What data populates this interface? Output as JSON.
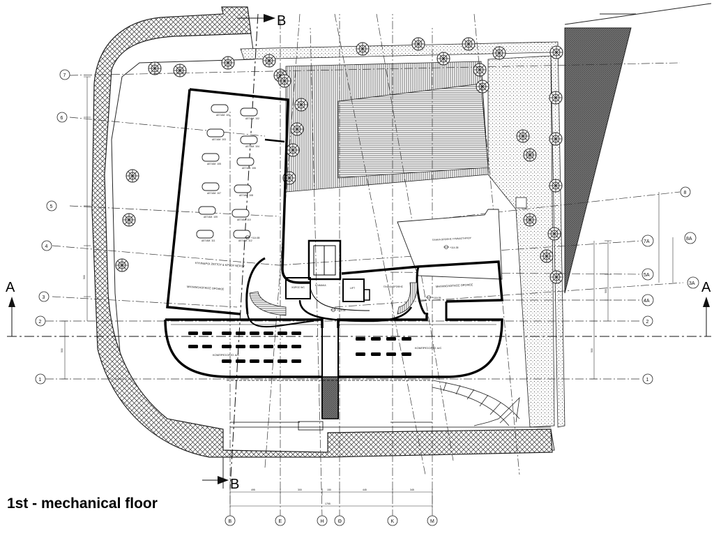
{
  "caption": "1st - mechanical floor",
  "sections": {
    "a": "A",
    "b": "B"
  },
  "grid_left": [
    "7",
    "6",
    "5",
    "4",
    "3",
    "2",
    "1"
  ],
  "grid_right": [
    "8",
    "8A",
    "7A",
    "5A",
    "3A",
    "4A",
    "2",
    "1"
  ],
  "grid_bottom": [
    "B",
    "E",
    "H",
    "Θ",
    "K",
    "M"
  ],
  "rooms": {
    "tanks": "ΚΥΛΙΝΔΡΟΙ ΖΕΣΤΟΥ & ΚΡΥΟΥ ΝΕΡΟΥ",
    "mech_left": "ΜΗΧΑΝΟΛΟΓΙΚΟΣ ΟΡΟΦΟΣ",
    "mech_right": "ΜΗΧΑΝΟΛΟΓΙΚΟΣ ΟΡΟΦΟΣ",
    "compressors_left": "ΚΟΜΠΡΕΣΟΡΕΣ A/C",
    "compressors_right": "ΚΟΜΠΡΕΣΟΡΕΣ A/C",
    "stair": "ΚΛΙΜΑΚΑ",
    "lift": "LIFT",
    "gym_roof": "ΠΛΑΚΑ ΟΡΟΦΗΣ ΓΥΜΝΑΣΤΗΡΙΟΥ",
    "roof_slab": "ΠΛΑΚΑ ΟΡΟΦΗΣ",
    "wc": "ΧΩΡΟΣ WC"
  },
  "levels": {
    "l1": "+114.65",
    "l2": "+114.05",
    "l3": "+114.35",
    "l4": "+116.05"
  },
  "tank_labels": [
    "ΔΕΞΑΜ. 101",
    "ΔΕΞΑΜ. 102",
    "ΔΕΞΑΜ. 103",
    "ΔΕΞΑΜ. 104",
    "ΔΕΞΑΜ. 105",
    "ΔΕΞΑΜ. 106",
    "ΔΕΞΑΜ. 107",
    "ΔΕΞΑΜ. 108",
    "ΔΕΞΑΜ. 109",
    "ΔΕΞΑΜ. 110",
    "ΔΕΞΑΜ. 111",
    "ΔΕΞΑΜ. 112"
  ],
  "dims_bottom": [
    "495",
    "300",
    "150",
    "445",
    "345"
  ],
  "dims_total": "1795",
  "dims_right": [
    "500",
    "500"
  ],
  "dims_left": [
    "500",
    "500"
  ]
}
